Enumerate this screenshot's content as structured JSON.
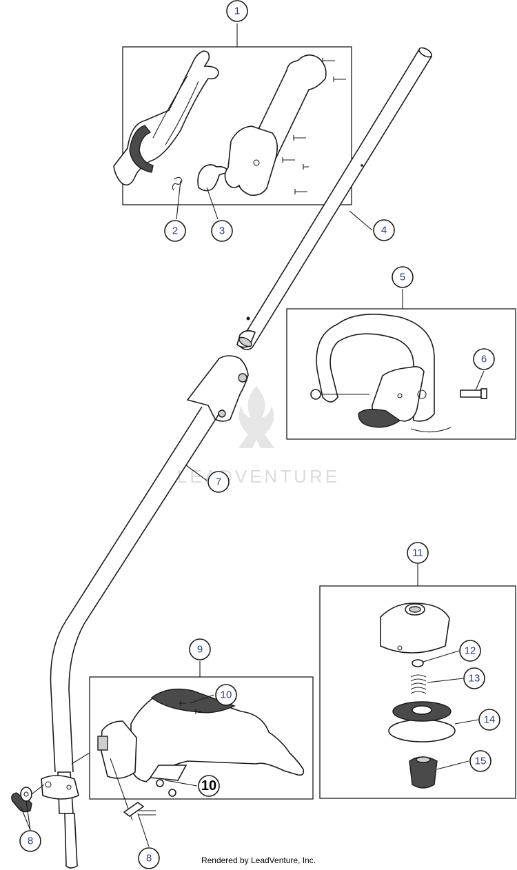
{
  "callouts": {
    "c1": "1",
    "c2": "2",
    "c3": "3",
    "c4": "4",
    "c5": "5",
    "c6": "6",
    "c7": "7",
    "c8a": "8",
    "c8b": "8",
    "c9": "9",
    "c10a": "10",
    "c10b": "10",
    "c11": "11",
    "c12": "12",
    "c13": "13",
    "c14": "14",
    "c15": "15"
  },
  "watermark": "LEADVENTURE",
  "footer": "Rendered by LeadVenture, Inc.",
  "colors": {
    "callout_number": "#2a3a8f",
    "line": "#1a1a1a",
    "watermark": "#d9d9d9"
  }
}
